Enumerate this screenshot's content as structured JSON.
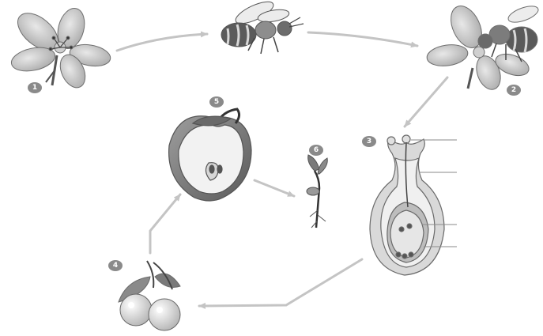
{
  "diagram": {
    "steps": [
      {
        "number": "1"
      },
      {
        "number": "2"
      },
      {
        "number": "3"
      },
      {
        "number": "4"
      },
      {
        "number": "5"
      },
      {
        "number": "6"
      }
    ],
    "colors": {
      "badge": "#8a8a8a",
      "arrow": "#c4c4c4",
      "line": "#7a7a7a",
      "petal": "#bdbdbd",
      "fill_light": "#e3e3e3",
      "fill_dark": "#4a4a4a"
    }
  }
}
